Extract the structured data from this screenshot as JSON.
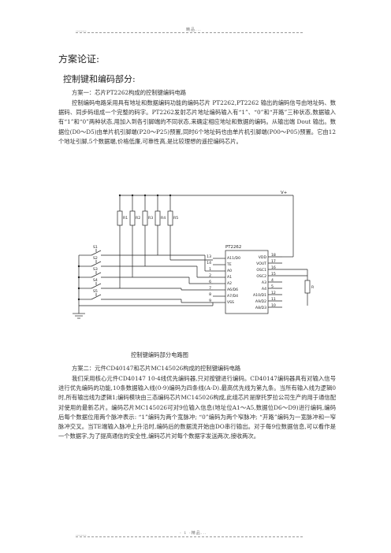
{
  "header": {
    "mark": "精品...",
    "lead": "--------"
  },
  "footer": {
    "mark": "- 1 -精品...",
    "lead": "--------"
  },
  "doc": {
    "heading_main": "方案论证:",
    "heading_section": "控制键和编码部分:",
    "scheme1_title": "方案一：芯片PT2262构成的控制键编码电路",
    "scheme1_body": "控制编码电路采用具有地址和数据编码功能的编码芯片 PT2262,PT2262 输出的编码信号由地址码、数据码、同步码组成一个完整的码字。PT2262发射芯片地址编码输入有“1”、“0”和“开路”三种状态,数据输入有“1”和“0”两种状态,用加入到各引脚端的不同状态,来确定相应地址和数据的编码。从输出端 Dout 输出。数据位(D0～D5)由单片机引脚端(P20～P25)预置,同时6个地址码也由单片机引脚端(P00～P05)预置。它由12个地址引脚,5个数据端,价格低廉,可靠性高,是比较理想的遥控编码芯片。",
    "figure_caption": "控制键编码部分电路图",
    "scheme2_title": "方案二：元件CD40147和芯片MC145026构成的控制键编码电路",
    "scheme2_body": "我们采用核心元件CD40147 10-4线优先编码器,只对按键进行编码。CD40147编码器具有对输入信号进行优先编码的功能,10条数据输入线(0-9)编码为四条线(A-D).最高优先线为第九条。当所有输入线为逻辑0时,所有输出线为逻辑1;编码模块由三态编码芯片MC145026构成,此组芯片是摩托罗拉公司生产的用于通信配对使用的最新芯片。编码芯片MC145026可对9位输入信息(地址位A1～A5,数据位D6～D9)进行编码,编码后每个数据位用两个脉冲表示: “1”编码为两个宽脉冲; “0”编码为两个窄脉冲; “开路”编码为一宽脉冲和一窄脉冲交叉。当TE端输入脉冲上升沿时,编码后的数据流开始由DO串行输出。对于每9位数据信息,可以看作是一个数据字,为了提高通信的安全性,编码芯片对每个数据字发送两次,接收两次。"
  },
  "circuit": {
    "chip_name": "PT2262",
    "vcc_label": "V+",
    "resistors": [
      "R1",
      "R2",
      "R3",
      "R4",
      "R5"
    ],
    "output_resistor": "R",
    "switches": [
      "S1",
      "S2",
      "S3",
      "S4",
      "S5"
    ],
    "left_pins": [
      "13",
      "14",
      "1",
      "2",
      "6",
      "7",
      "8",
      "9"
    ],
    "left_names": [
      "A11/D0",
      "TE",
      "A0",
      "A1",
      "A2",
      "A6/D6",
      "A7/D4",
      "VSS"
    ],
    "right_names": [
      "VDD",
      "VOUT",
      "OSC1",
      "OSC2",
      "A3",
      "A4",
      "A10/D1",
      "A9/D2",
      "A8/D3"
    ],
    "right_pins": [
      "18",
      "17",
      "16",
      "15",
      "4",
      "5",
      "12",
      "11",
      "10"
    ]
  }
}
